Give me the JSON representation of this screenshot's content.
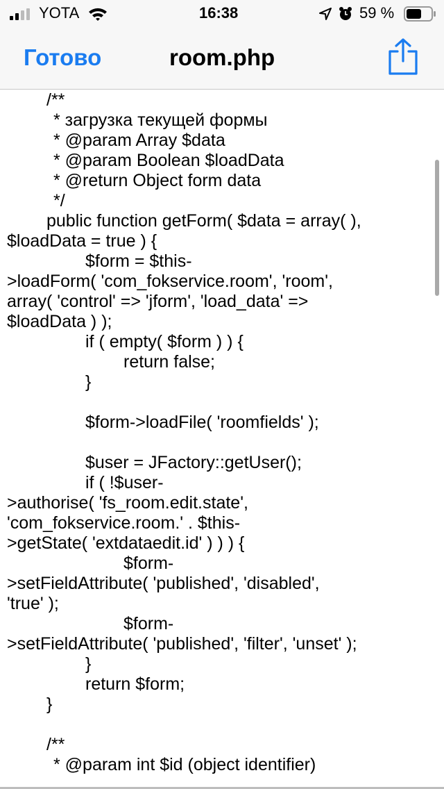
{
  "status_bar": {
    "carrier": "YOTA",
    "time": "16:38",
    "battery": "59 %"
  },
  "nav": {
    "done_label": "Готово",
    "title": "room.php"
  },
  "colors": {
    "accent": "#1a7cf0"
  },
  "code_lines": [
    {
      "level": "l1",
      "text": "/**"
    },
    {
      "level": "lc",
      "text": "* загрузка текущей формы"
    },
    {
      "level": "lc",
      "text": "* @param Array $data"
    },
    {
      "level": "lc",
      "text": "* @param Boolean $loadData"
    },
    {
      "level": "lc",
      "text": "* @return Object form data"
    },
    {
      "level": "lc",
      "text": "*/"
    },
    {
      "level": "l1",
      "text": "public function getForm( $data = array( ),"
    },
    {
      "level": "l0",
      "text": "$loadData = true ) {"
    },
    {
      "level": "l2",
      "text": "$form = $this-"
    },
    {
      "level": "l0",
      "text": ">loadForm( 'com_fokservice.room', 'room',"
    },
    {
      "level": "l0",
      "text": "array( 'control' => 'jform', 'load_data' =>"
    },
    {
      "level": "l0",
      "text": "$loadData ) );"
    },
    {
      "level": "l2",
      "text": "if ( empty( $form ) ) {"
    },
    {
      "level": "l3",
      "text": "return false;"
    },
    {
      "level": "l2",
      "text": "}"
    },
    {
      "level": "l0",
      "text": ""
    },
    {
      "level": "l2",
      "text": "$form->loadFile( 'roomfields' );"
    },
    {
      "level": "l0",
      "text": ""
    },
    {
      "level": "l2",
      "text": "$user = JFactory::getUser();"
    },
    {
      "level": "l2",
      "text": "if ( !$user-"
    },
    {
      "level": "l0",
      "text": ">authorise( 'fs_room.edit.state',"
    },
    {
      "level": "l0",
      "text": "'com_fokservice.room.' . $this-"
    },
    {
      "level": "l0",
      "text": ">getState( 'extdataedit.id' ) ) ) {"
    },
    {
      "level": "l3",
      "text": "$form-"
    },
    {
      "level": "l0",
      "text": ">setFieldAttribute( 'published', 'disabled',"
    },
    {
      "level": "l0",
      "text": "'true' );"
    },
    {
      "level": "l3",
      "text": "$form-"
    },
    {
      "level": "l0",
      "text": ">setFieldAttribute( 'published', 'filter', 'unset' );"
    },
    {
      "level": "l2",
      "text": "}"
    },
    {
      "level": "l2",
      "text": "return $form;"
    },
    {
      "level": "l1",
      "text": "}"
    },
    {
      "level": "l0",
      "text": ""
    },
    {
      "level": "l1",
      "text": "/**"
    },
    {
      "level": "lc",
      "text": "* @param int $id (object identifier)"
    }
  ]
}
